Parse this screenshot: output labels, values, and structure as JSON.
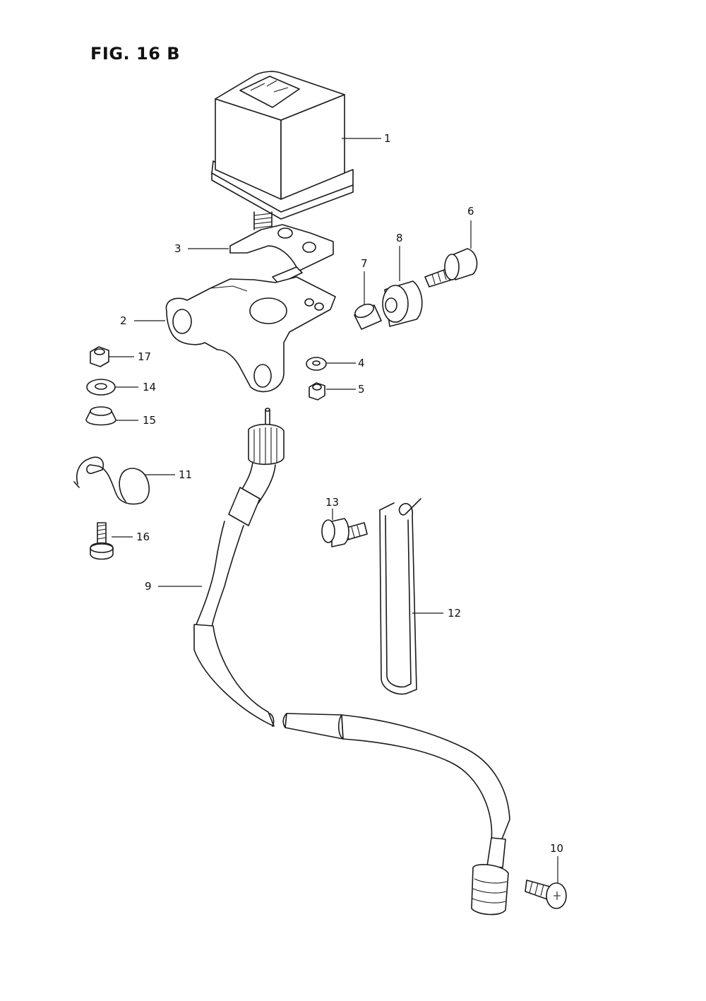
{
  "figure": {
    "title": "FIG. 16 B"
  },
  "callouts": [
    {
      "id": "1",
      "label": "1"
    },
    {
      "id": "2",
      "label": "2"
    },
    {
      "id": "3",
      "label": "3"
    },
    {
      "id": "4",
      "label": "4"
    },
    {
      "id": "5",
      "label": "5"
    },
    {
      "id": "6",
      "label": "6"
    },
    {
      "id": "7",
      "label": "7"
    },
    {
      "id": "8",
      "label": "8"
    },
    {
      "id": "9",
      "label": "9"
    },
    {
      "id": "10",
      "label": "10"
    },
    {
      "id": "11",
      "label": "11"
    },
    {
      "id": "12",
      "label": "12"
    },
    {
      "id": "13",
      "label": "13"
    },
    {
      "id": "14",
      "label": "14"
    },
    {
      "id": "15",
      "label": "15"
    },
    {
      "id": "16",
      "label": "16"
    },
    {
      "id": "17",
      "label": "17"
    }
  ]
}
